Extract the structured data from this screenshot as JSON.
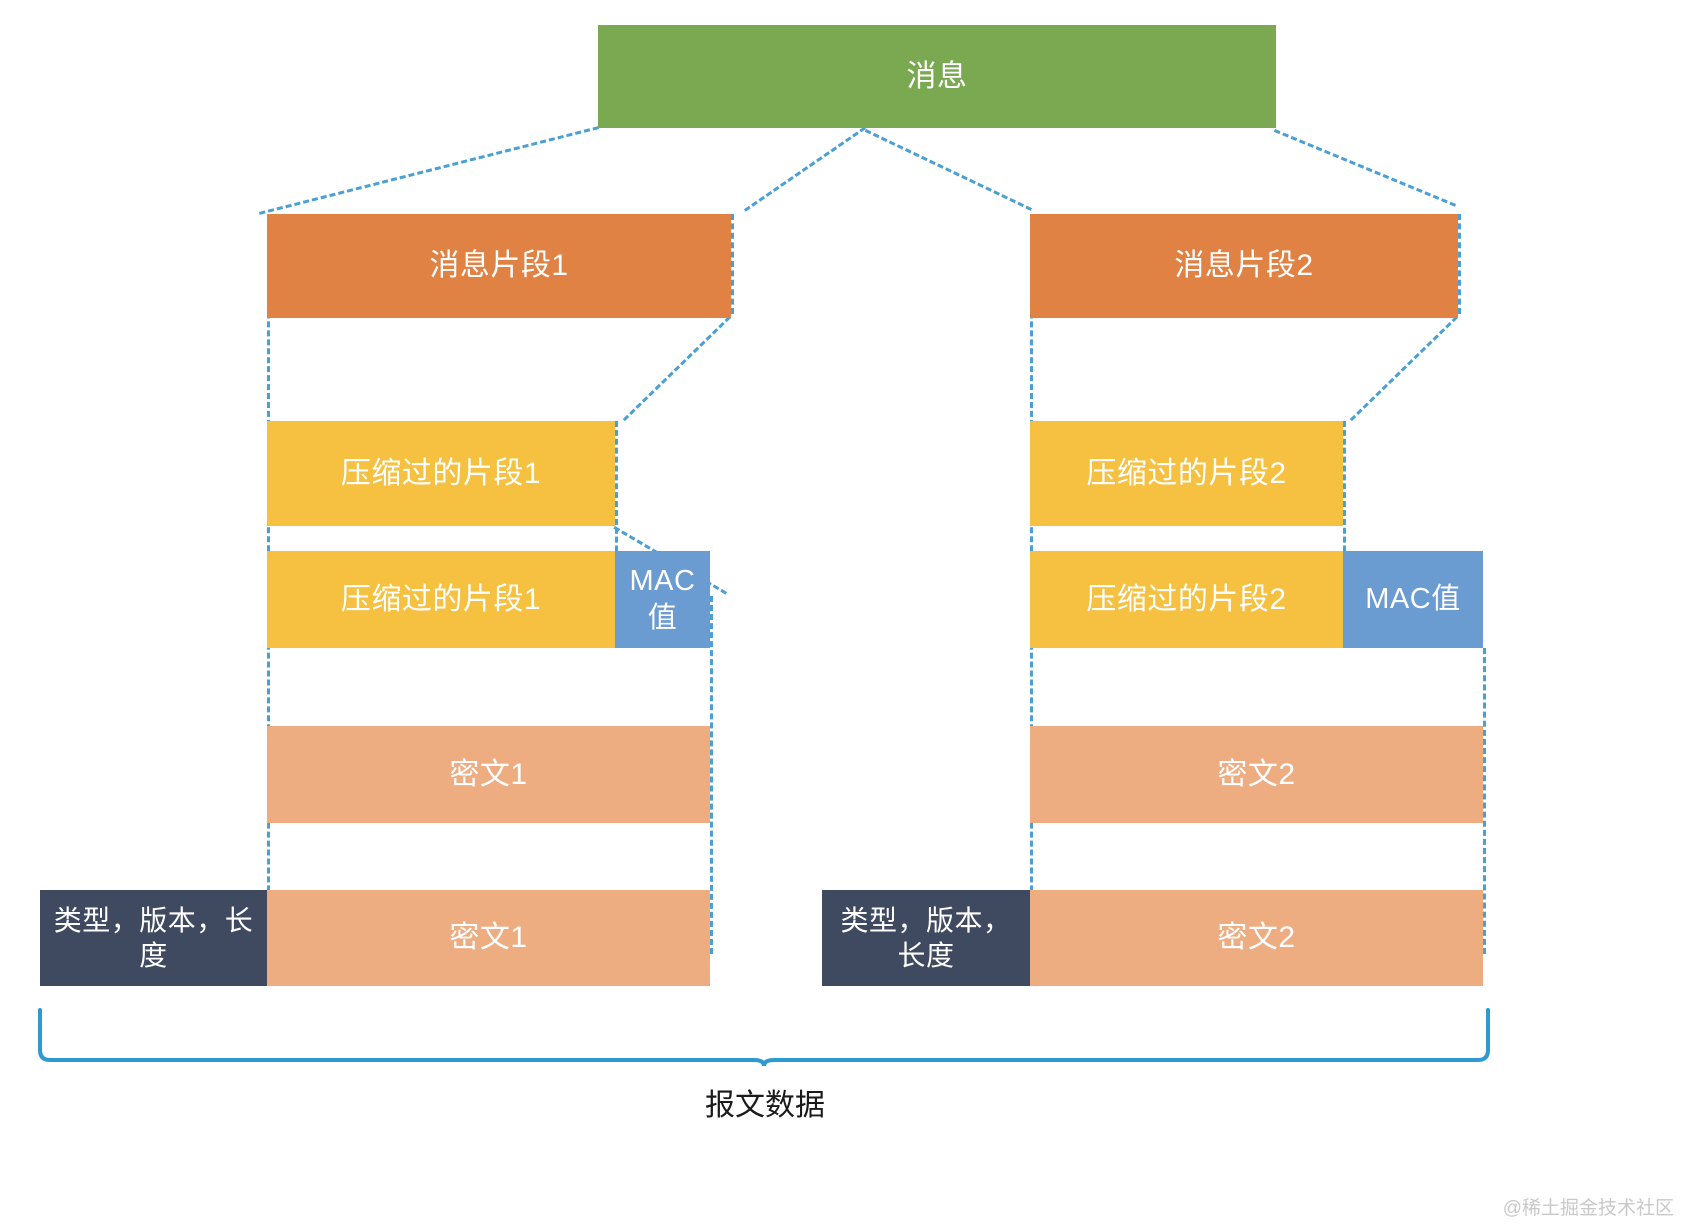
{
  "diagram": {
    "title_box": {
      "label": "消息",
      "color": "#7aa952"
    },
    "columns": [
      {
        "id": "left",
        "fragment": {
          "label": "消息片段1",
          "color": "#df8244"
        },
        "compressed": {
          "label": "压缩过的片段1",
          "color": "#f6c040"
        },
        "compressed_with_mac": {
          "label": "压缩过的片段1",
          "mac_label": "MAC值",
          "color": "#f6c040",
          "mac_color": "#6a9bd1"
        },
        "ciphertext": {
          "label": "密文1",
          "color": "#eeac81"
        },
        "record": {
          "header_label": "类型，版本，长度",
          "header_color": "#3f4a60",
          "payload_label": "密文1",
          "payload_color": "#eeac81"
        }
      },
      {
        "id": "right",
        "fragment": {
          "label": "消息片段2",
          "color": "#df8244"
        },
        "compressed": {
          "label": "压缩过的片段2",
          "color": "#f6c040"
        },
        "compressed_with_mac": {
          "label": "压缩过的片段2",
          "mac_label": "MAC值",
          "color": "#f6c040",
          "mac_color": "#6a9bd1"
        },
        "ciphertext": {
          "label": "密文2",
          "color": "#eeac81"
        },
        "record": {
          "header_label": "类型，版本，长度",
          "header_color": "#3f4a60",
          "payload_label": "密文2",
          "payload_color": "#eeac81"
        }
      }
    ],
    "bracket_caption": "报文数据",
    "connector_color": "#4a9fd4",
    "watermark": "@稀土掘金技术社区"
  }
}
